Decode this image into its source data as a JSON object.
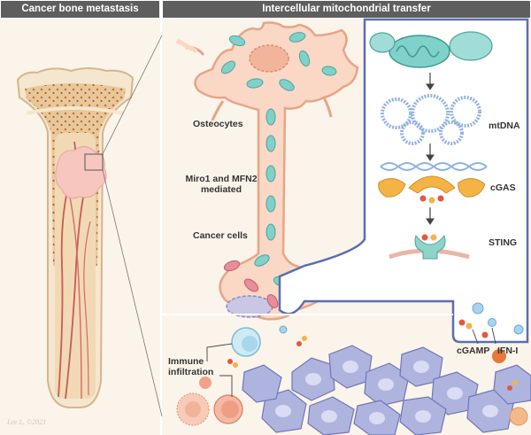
{
  "panels": {
    "left_title": "Cancer bone metastasis",
    "right_title": "Intercellular mitochondrial transfer"
  },
  "labels": {
    "osteocytes": "Osteocytes",
    "mediator": "Miro1 and MFN2 mediated",
    "cancer_cells": "Cancer cells",
    "mtdna": "mtDNA",
    "cgas": "cGAS",
    "sting": "STING",
    "immune": "Immune infiltration",
    "cgamp": "cGAMP",
    "ifn": "IFN-I"
  },
  "signature": "Lee L. ©2021",
  "colors": {
    "header": "#5e5e5e",
    "inset_border": "#5a6fb0",
    "cell_pink": "#f7cbb6",
    "mito_teal": "#7fd1c9",
    "mito_pink": "#e98c9b",
    "bone_tan": "#e5c9a3",
    "tumor_violet": "#aeb4de"
  }
}
